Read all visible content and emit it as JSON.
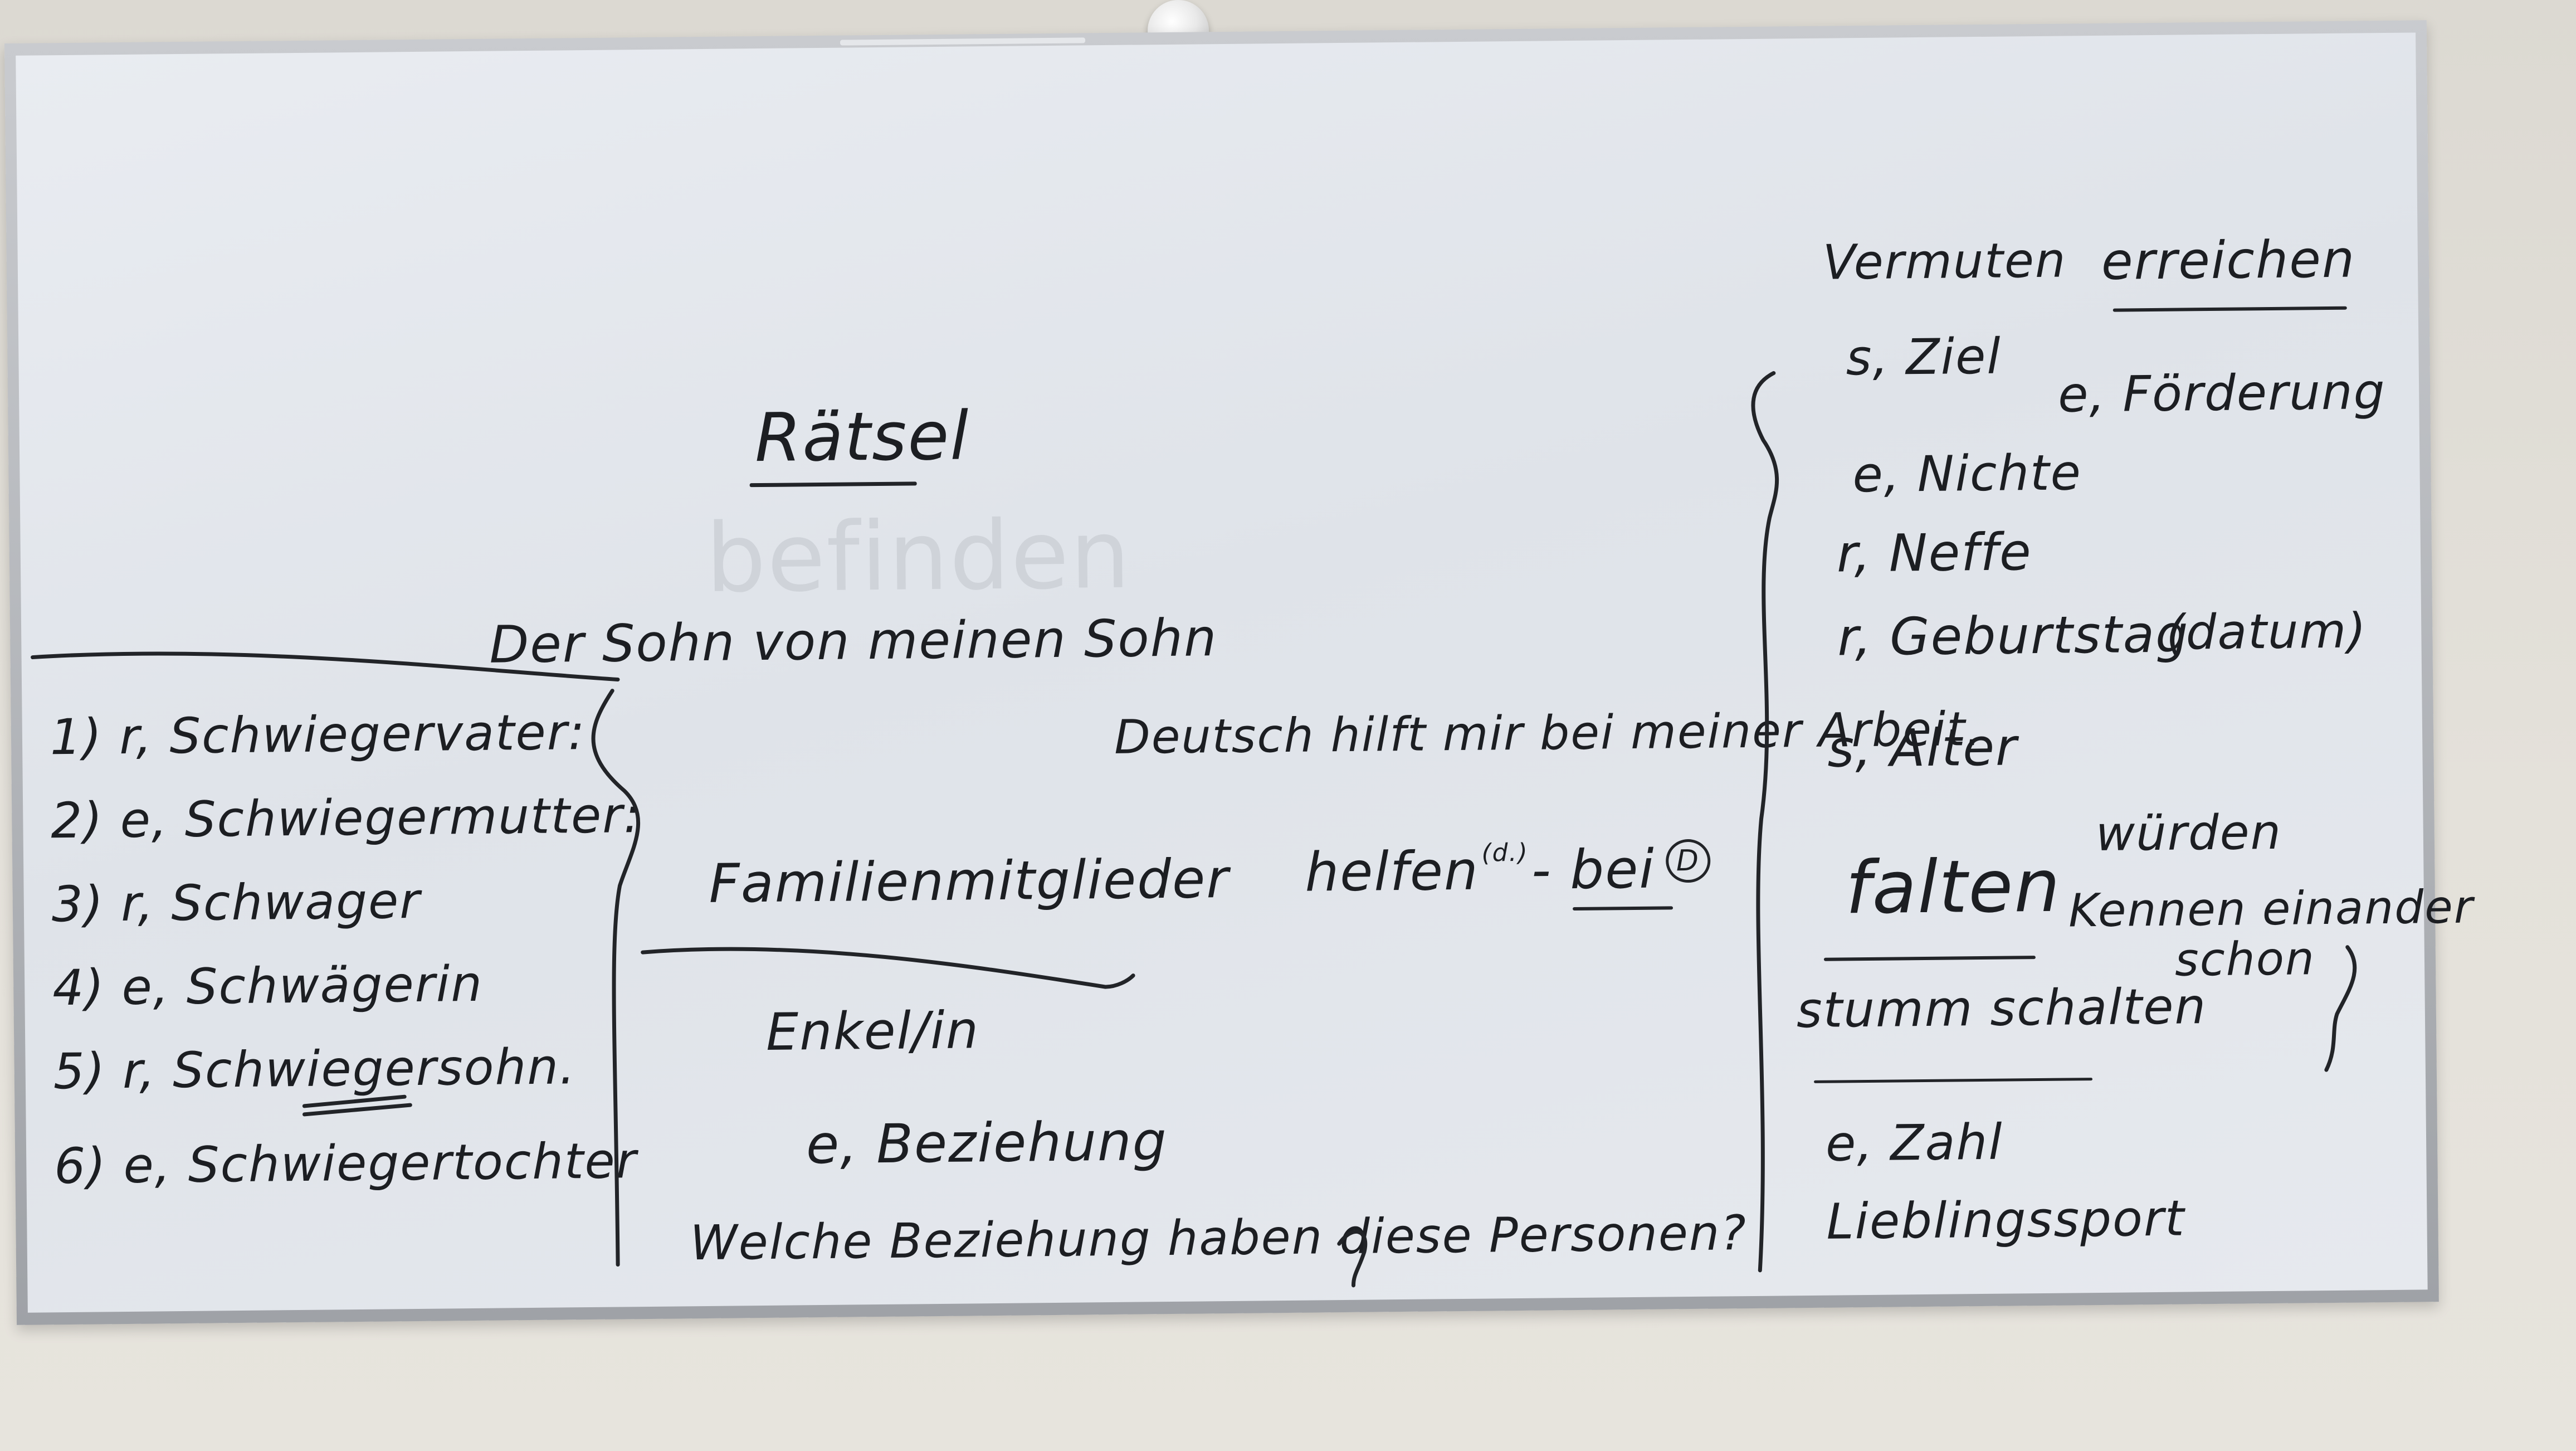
{
  "board": {
    "top_center": {
      "title": "Rätsel",
      "sentence": "Der Sohn von meinen Sohn"
    },
    "left_list": [
      "1) r, Schwiegervater:",
      "2) e, Schwiegermutter:",
      "3) r, Schwager",
      "4) e, Schwägerin",
      "5) r, Schwiegersohn.",
      "6) e, Schwiegertochter"
    ],
    "middle": {
      "heading": "Familienmitglieder",
      "item1": "Enkel/in",
      "item2": "e, Beziehung",
      "question": "Welche Beziehung haben diese Personen?"
    },
    "center_right": {
      "sentence": "Deutsch hilft mir bei meiner Arbeit.",
      "grammar_pre": "helfen",
      "grammar_dativ": "(d.)",
      "grammar_mid": "- bei",
      "grammar_circle": "D"
    },
    "right_column": {
      "word1": "Vermuten",
      "word2": "erreichen",
      "word3": "s, Ziel",
      "word4": "e, Förderung",
      "word5": "e, Nichte",
      "word6": "r, Neffe",
      "word7_prefix": "r, Geburtstag",
      "word7_note": "(datum)",
      "word8": "s, Alter",
      "word9": "würden",
      "word10": "falten",
      "word11": "Kennen einander",
      "word11b": "schon",
      "word12": "stumm schalten",
      "word13": "e, Zahl",
      "word14": "Lieblingssport"
    },
    "ghost_text": "befinden"
  }
}
